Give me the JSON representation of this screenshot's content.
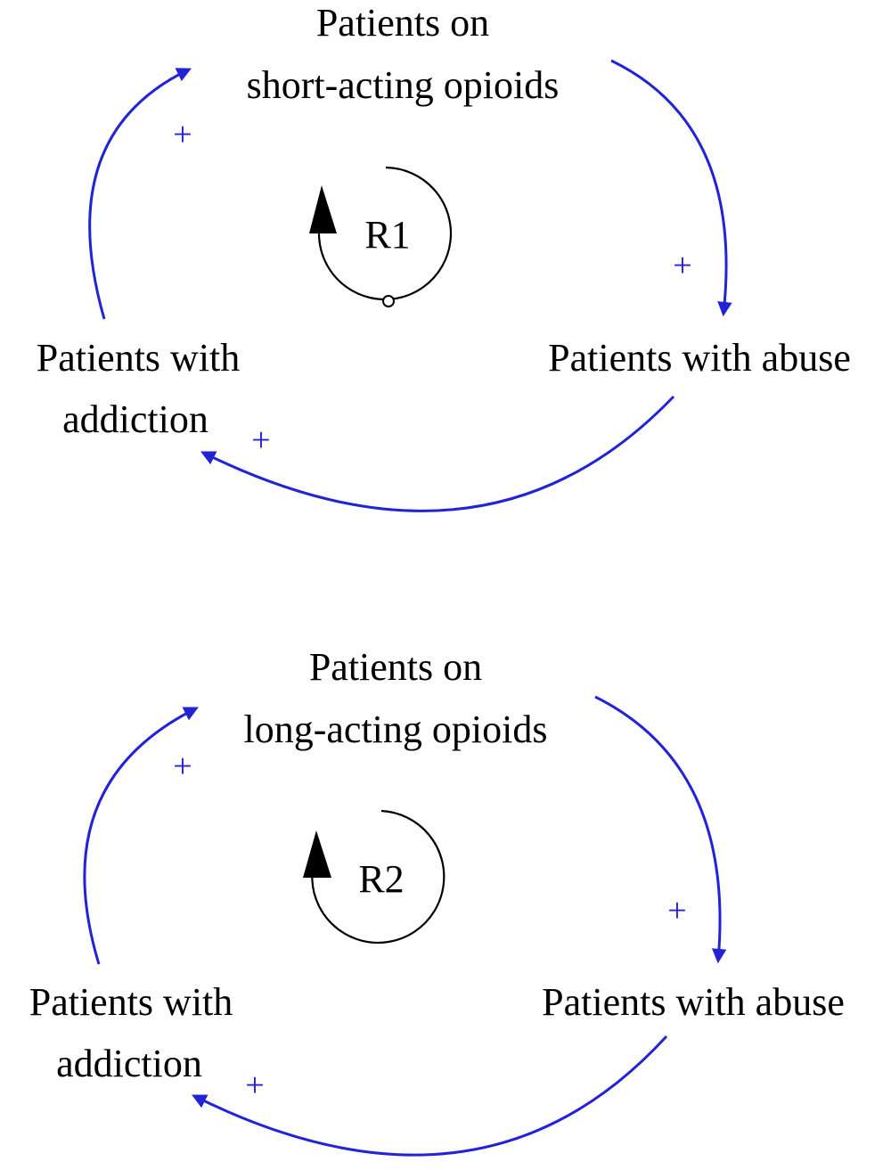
{
  "colors": {
    "link": "#2323d6",
    "text": "#000000",
    "loop": "#000000"
  },
  "loops": [
    {
      "id": "R1",
      "loop_label": "R1",
      "nodes": {
        "top": [
          "Patients on",
          "short-acting opioids"
        ],
        "right": [
          "Patients with abuse"
        ],
        "left": [
          "Patients with",
          "addiction"
        ]
      },
      "links": [
        {
          "from": "top",
          "to": "right",
          "polarity": "+"
        },
        {
          "from": "right",
          "to": "left",
          "polarity": "+"
        },
        {
          "from": "left",
          "to": "top",
          "polarity": "+"
        }
      ]
    },
    {
      "id": "R2",
      "loop_label": "R2",
      "nodes": {
        "top": [
          "Patients on",
          "long-acting opioids"
        ],
        "right": [
          "Patients with abuse"
        ],
        "left": [
          "Patients with",
          "addiction"
        ]
      },
      "links": [
        {
          "from": "top",
          "to": "right",
          "polarity": "+"
        },
        {
          "from": "right",
          "to": "left",
          "polarity": "+"
        },
        {
          "from": "left",
          "to": "top",
          "polarity": "+"
        }
      ]
    }
  ]
}
